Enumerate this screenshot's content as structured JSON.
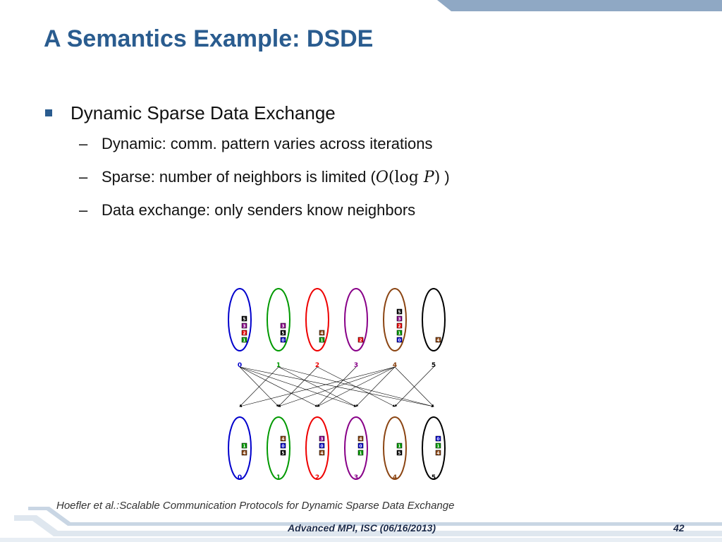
{
  "slide": {
    "title": "A Semantics Example: DSDE",
    "bullet": "Dynamic Sparse Data Exchange",
    "subbullets": [
      "Dynamic: comm. pattern varies across iterations",
      "Sparse: number of neighbors is limited (",
      "Data exchange: only senders know neighbors"
    ],
    "dash": "–",
    "math": {
      "O": "O",
      "log": "log",
      "P": "P"
    },
    "paren_close": " )",
    "citation": "Hoefler et al.:Scalable Communication Protocols for Dynamic Sparse Data Exchange",
    "footer": "Advanced MPI, ISC (06/16/2013)",
    "page": "42"
  },
  "colors": {
    "title": "#2a5c8f",
    "accent_band": "#8fa8c4",
    "process_colors": [
      "#0000cc",
      "#009900",
      "#ee0000",
      "#880088",
      "#8b4513",
      "#000000"
    ]
  },
  "diagram": {
    "process_labels": [
      "0",
      "1",
      "2",
      "3",
      "4",
      "5"
    ],
    "senders": [
      {
        "id": "0",
        "items": [
          "5",
          "3",
          "2",
          "1"
        ]
      },
      {
        "id": "1",
        "items": [
          "3",
          "5",
          "0"
        ]
      },
      {
        "id": "2",
        "items": [
          "4",
          "1"
        ]
      },
      {
        "id": "3",
        "items": [
          "2"
        ]
      },
      {
        "id": "4",
        "items": [
          "5",
          "3",
          "2",
          "1",
          "0"
        ]
      },
      {
        "id": "5",
        "items": [
          "4"
        ]
      }
    ],
    "receivers": [
      {
        "id": "0",
        "items": [
          "1",
          "4"
        ]
      },
      {
        "id": "1",
        "items": [
          "4",
          "0",
          "5"
        ]
      },
      {
        "id": "2",
        "items": [
          "3",
          "0",
          "4"
        ]
      },
      {
        "id": "3",
        "items": [
          "4",
          "0",
          "1"
        ]
      },
      {
        "id": "4",
        "items": [
          "1",
          "5"
        ]
      },
      {
        "id": "5",
        "items": [
          "0",
          "1",
          "4"
        ]
      }
    ]
  }
}
